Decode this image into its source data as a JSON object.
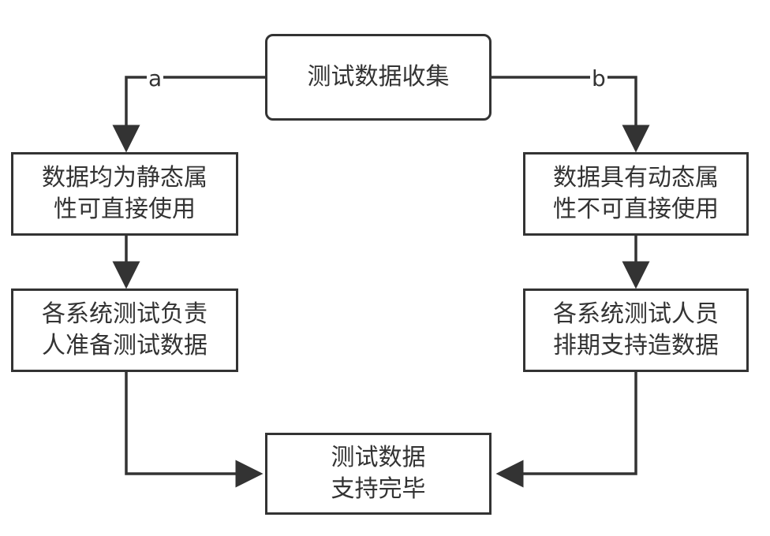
{
  "nodes": {
    "start": {
      "lines": [
        "测试数据收集"
      ]
    },
    "left1": {
      "lines": [
        "数据均为静态属",
        "性可直接使用"
      ]
    },
    "right1": {
      "lines": [
        "数据具有动态属",
        "性不可直接使用"
      ]
    },
    "left2": {
      "lines": [
        "各系统测试负责",
        "人准备测试数据"
      ]
    },
    "right2": {
      "lines": [
        "各系统测试人员",
        "排期支持造数据"
      ]
    },
    "end": {
      "lines": [
        "测试数据",
        "支持完毕"
      ]
    }
  },
  "edges": {
    "a": "a",
    "b": "b"
  },
  "colors": {
    "stroke": "#333333",
    "background": "#ffffff"
  }
}
